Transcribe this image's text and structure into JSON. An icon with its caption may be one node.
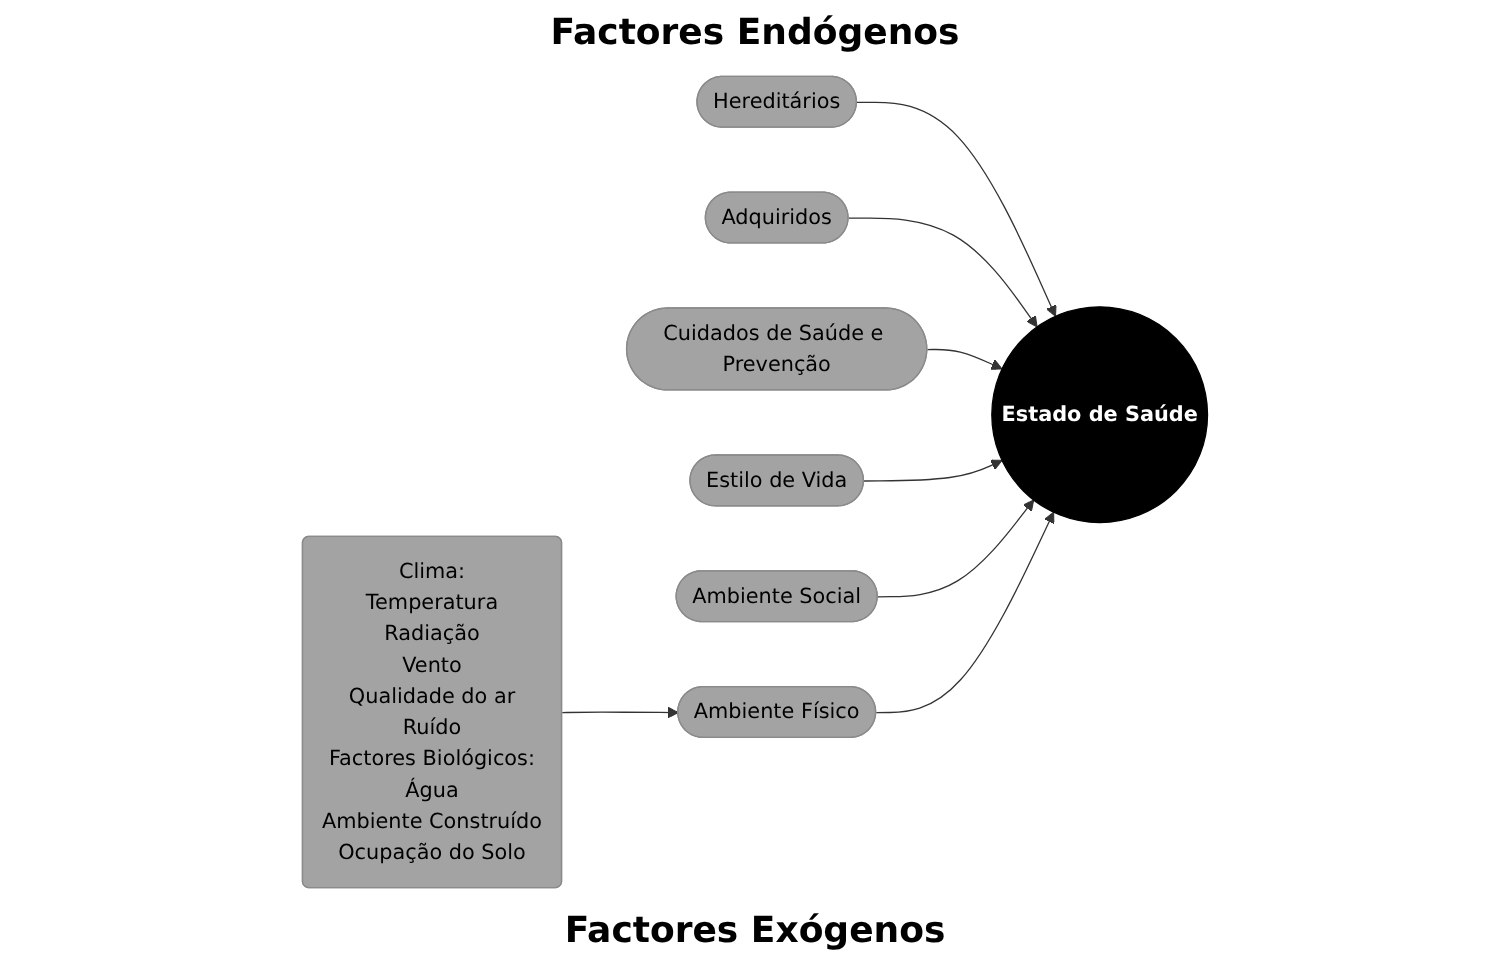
{
  "diagram": {
    "nodes": [
      {
        "text": [
          "Hereditários"
        ]
      },
      {
        "text": [
          "Adquiridos"
        ]
      },
      {
        "text": [
          "Estado de Saúde"
        ]
      },
      {
        "text": [
          "Cuidados de Saúde e Prevenção"
        ]
      },
      {
        "text": [
          "Estilo de Vida"
        ]
      },
      {
        "text": [
          "Ambiente Social"
        ]
      },
      {
        "text": [
          "Ambiente Físico"
        ]
      },
      {
        "text": [
          "Clima:",
          "Temperatura",
          "Radiação",
          "Vento",
          "Qualidade do ar",
          "Ruído",
          "Factores Biológicos:",
          "Água",
          "Ambiente Construído",
          "Ocupação do Solo"
        ]
      }
    ],
    "edges": [
      {
        "from": 0,
        "to": 2,
        "arrow": "to"
      },
      {
        "from": 1,
        "to": 2,
        "arrow": "to"
      },
      {
        "from": 3,
        "to": 2,
        "arrow": "to"
      },
      {
        "from": 4,
        "to": 2,
        "arrow": "to"
      },
      {
        "from": 5,
        "to": 2,
        "arrow": "to"
      },
      {
        "from": 6,
        "to": 2,
        "arrow": "to"
      },
      {
        "from": 7,
        "to": 6,
        "arrow": "to"
      }
    ],
    "labels": [
      "Factores Endógenos",
      "Factores Exógenos"
    ]
  }
}
